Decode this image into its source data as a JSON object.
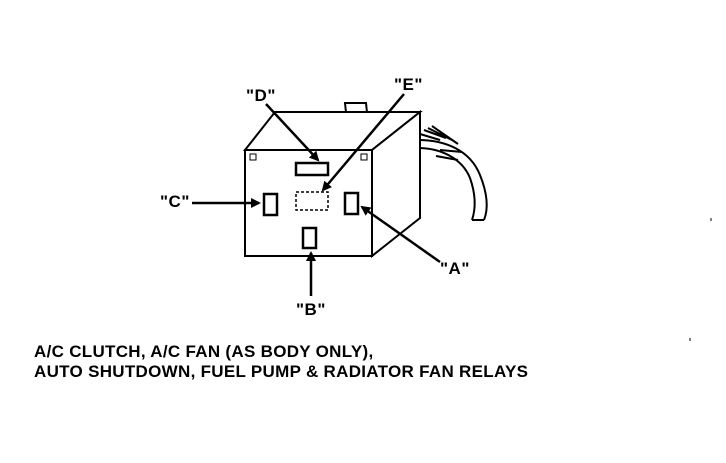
{
  "diagram": {
    "labels": {
      "a": "\"A\"",
      "b": "\"B\"",
      "c": "\"C\"",
      "d": "\"D\"",
      "e": "\"E\""
    },
    "caption": {
      "line1": "A/C CLUTCH, A/C FAN (AS BODY ONLY),",
      "line2": "AUTO SHUTDOWN, FUEL PUMP & RADIATOR FAN RELAYS"
    }
  }
}
